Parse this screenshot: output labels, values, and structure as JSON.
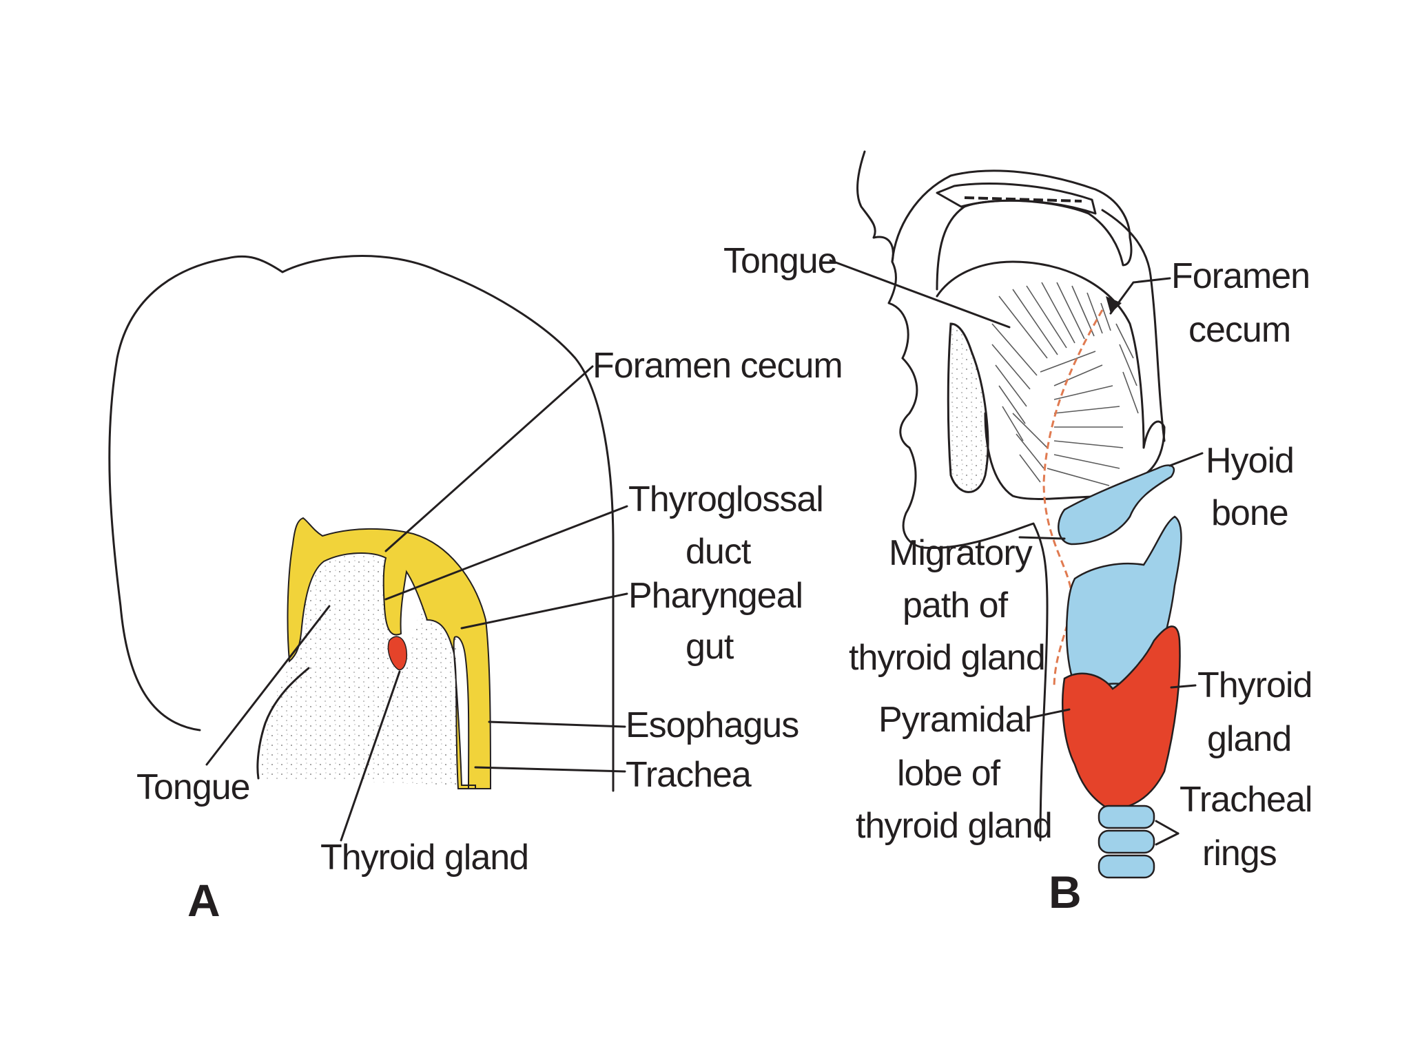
{
  "figure": {
    "colors": {
      "ink": "#231f20",
      "pharyngeal_gut_yellow": "#f1d33a",
      "thyroid_red": "#e5432a",
      "cartilage_blue": "#9fd1ea",
      "migratory_path_orange": "#e07a50",
      "background": "#ffffff"
    },
    "panel_a": {
      "panel_letter": "A",
      "labels": {
        "foramen_cecum": "Foramen cecum",
        "thyroglossal_line1": "Thyroglossal",
        "thyroglossal_line2": "duct",
        "pharyngeal_line1": "Pharyngeal",
        "pharyngeal_line2": "gut",
        "esophagus": "Esophagus",
        "trachea": "Trachea",
        "tongue": "Tongue",
        "thyroid_gland": "Thyroid gland"
      }
    },
    "panel_b": {
      "panel_letter": "B",
      "labels": {
        "tongue": "Tongue",
        "foramen_line1": "Foramen",
        "foramen_line2": "cecum",
        "hyoid_line1": "Hyoid",
        "hyoid_line2": "bone",
        "migratory_line1": "Migratory",
        "migratory_line2": "path of",
        "migratory_line3": "thyroid gland",
        "thyroid_line1": "Thyroid",
        "thyroid_line2": "gland",
        "pyramidal_line1": "Pyramidal",
        "pyramidal_line2": "lobe of",
        "pyramidal_line3": "thyroid gland",
        "tracheal_line1": "Tracheal",
        "tracheal_line2": "rings"
      }
    }
  }
}
